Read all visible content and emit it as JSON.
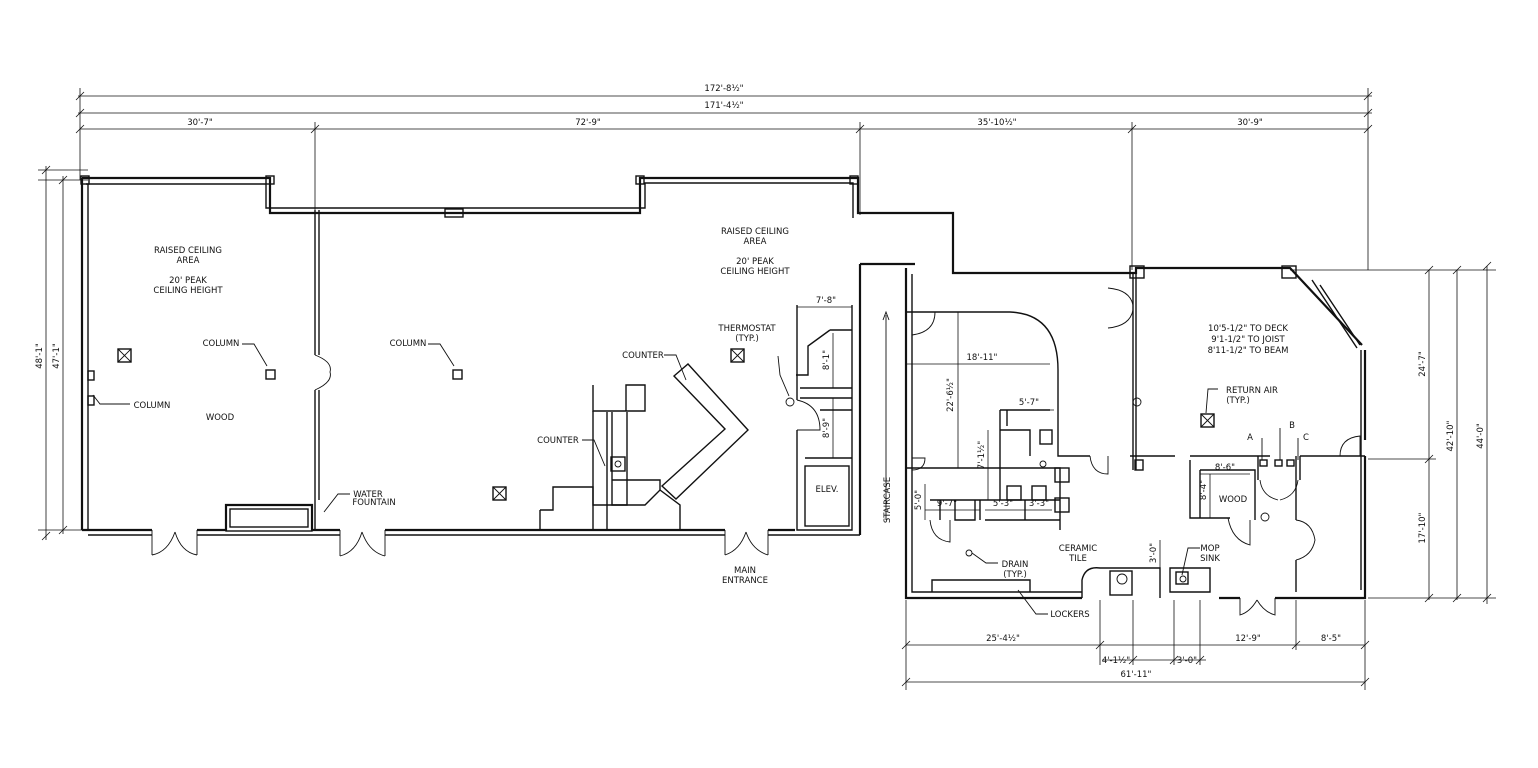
{
  "overall_dims": {
    "total_outer": "172'-8½\"",
    "total_inner": "171'-4½\"",
    "seg1": "30'-7\"",
    "seg2": "72'-9\"",
    "seg3": "35'-10½\"",
    "seg4": "30'-9\""
  },
  "left_dims": {
    "outer": "48'-1\"",
    "inner": "47'-1\""
  },
  "right_dims": {
    "upper": "24'-7\"",
    "lower": "17'-10\"",
    "mid": "42'-10\"",
    "outer": "44'-0\""
  },
  "rooms": {
    "left_raised_1": "RAISED CEILING",
    "left_raised_2": "AREA",
    "left_peak_1": "20' PEAK",
    "left_peak_2": "CEILING HEIGHT",
    "center_raised_1": "RAISED CEILING",
    "center_raised_2": "AREA",
    "center_peak_1": "20' PEAK",
    "center_peak_2": "CEILING HEIGHT",
    "wood_left": "WOOD",
    "wood_right": "WOOD",
    "ceramic_1": "CERAMIC",
    "ceramic_2": "TILE",
    "elev": "ELEV.",
    "staircase": "STAIRCASE",
    "deck_1": "10'5-1/2\" TO DECK",
    "deck_2": "9'1-1/2\" TO JOIST",
    "deck_3": "8'11-1/2\" TO BEAM"
  },
  "labels": {
    "column_1": "COLUMN",
    "column_2": "COLUMN",
    "column_3": "COLUMN",
    "thermostat_1": "THERMOSTAT",
    "thermostat_2": "(TYP.)",
    "counter_1": "COUNTER",
    "counter_2": "COUNTER",
    "water_1": "WATER",
    "water_2": "FOUNTAIN",
    "main_1": "MAIN",
    "main_2": "ENTRANCE",
    "return_1": "RETURN AIR",
    "return_2": "(TYP.)",
    "drain_1": "DRAIN",
    "drain_2": "(TYP.)",
    "mop_1": "MOP",
    "mop_2": "SINK",
    "lockers": "LOCKERS",
    "a": "A",
    "b": "B",
    "c": "C"
  },
  "inner_dims": {
    "d_7_8": "7'-8\"",
    "d_8_1": "8'-1\"",
    "d_8_9": "8'-9\"",
    "d_18_11": "18'-11\"",
    "d_22_6": "22'-6½\"",
    "d_5_7": "5'-7\"",
    "d_7_1": "7'-1½\"",
    "d_9_7": "9'-7\"",
    "d_5_0": "5'-0\"",
    "d_5_3": "5'-3\"",
    "d_3_3": "3'-3\"",
    "d_8_6": "8'-6\"",
    "d_8_4": "8'-4\"",
    "d_3_0v": "3'-0\""
  },
  "bottom_dims": {
    "b_25_4": "25'-4½\"",
    "b_4_1": "4'-1½\"",
    "b_3_0": "3'-0\"",
    "b_12_9": "12'-9\"",
    "b_8_5": "8'-5\"",
    "b_61_11": "61'-11\""
  }
}
